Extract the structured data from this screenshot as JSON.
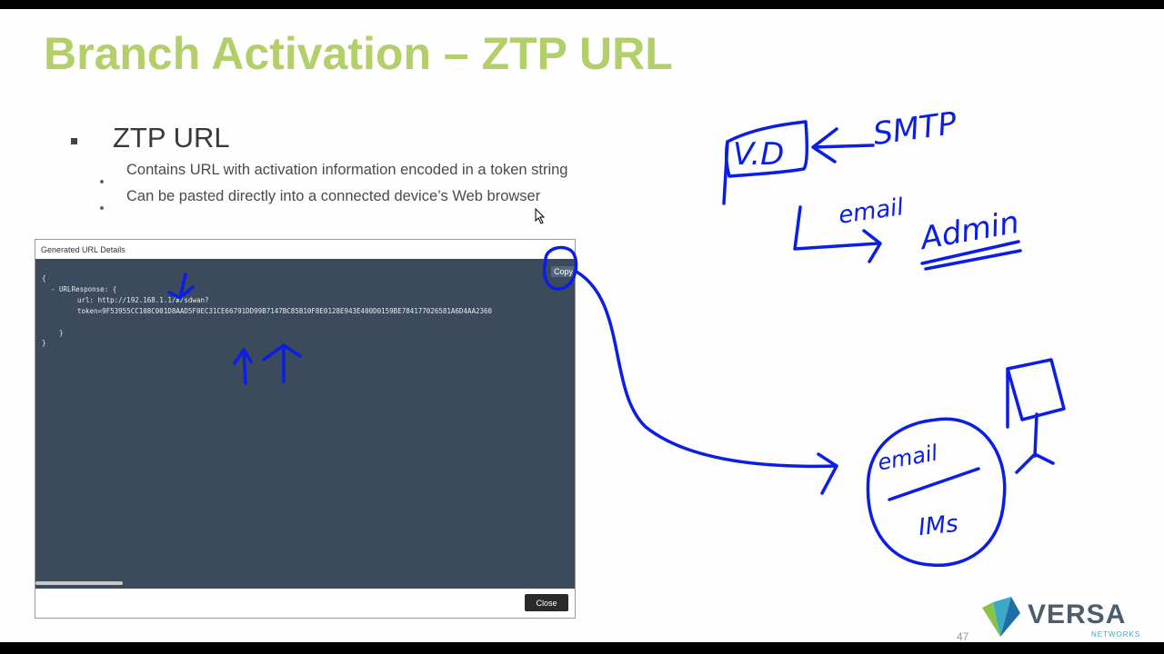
{
  "slide": {
    "title": "Branch Activation – ZTP URL",
    "bullet": "ZTP URL",
    "sub_bullets": [
      "Contains URL with activation information encoded in a token string",
      "Can be pasted directly into a connected device’s Web browser"
    ],
    "page_number": "47"
  },
  "dialog": {
    "title": "Generated URL Details",
    "copy_label": "Copy",
    "close_label": "Close",
    "json_lines": [
      "{",
      "- URLResponse: {",
      "url: http://192.168.1.1/#/sdwan?",
      "token=9F53955CC108C001D8AAD5F0EC31CE66791DD99B7147BC85B10F8E0128E943E400D0159BE784177026581A6D4AA2360",
      "}",
      "}"
    ]
  },
  "annotations": {
    "vd": "V.D",
    "smtp": "SMTP",
    "email": "email",
    "admin": "Admin",
    "circle_top": "email",
    "circle_bottom": "IMs"
  },
  "logo": {
    "name": "VERSA",
    "sub": "NETWORKS"
  }
}
